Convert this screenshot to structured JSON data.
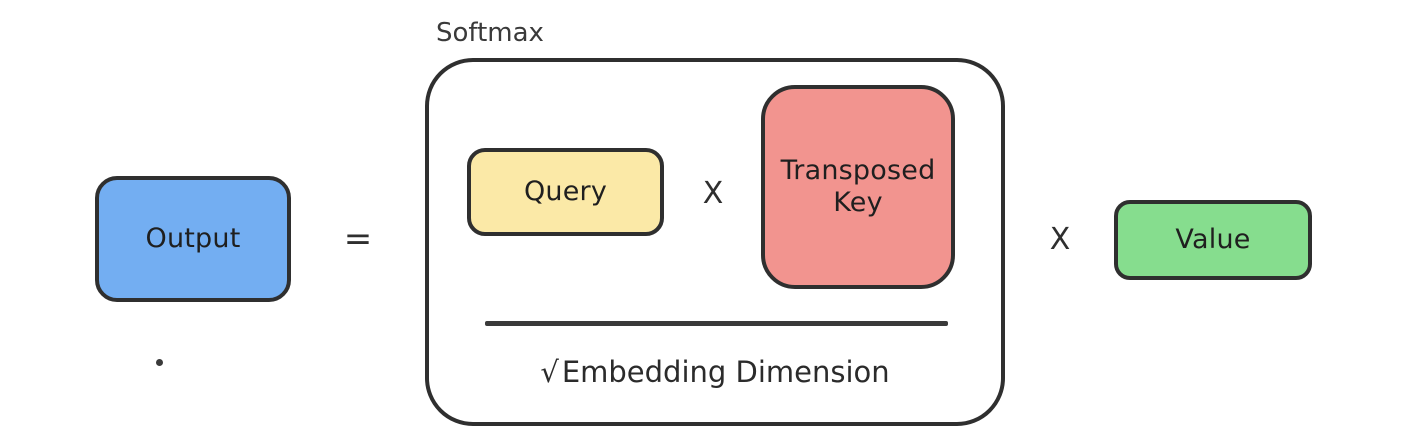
{
  "diagram": {
    "title": "Scaled Dot-Product Attention formula",
    "type": "formula-diagram",
    "background": "#ffffff",
    "stroke_color": "#2f2f2f"
  },
  "softmax": {
    "label": "Softmax",
    "frame_stroke": "#2f2f2f"
  },
  "boxes": {
    "output": {
      "label": "Output",
      "color": "#73aef2"
    },
    "query": {
      "label": "Query",
      "color": "#fbe9a7"
    },
    "key": {
      "label": "Transposed Key",
      "line1": "Transposed",
      "line2": "Key",
      "color": "#f2948f"
    },
    "value": {
      "label": "Value",
      "color": "#86dd8e"
    }
  },
  "operators": {
    "equals": "=",
    "times_query_key": "X",
    "times_value": "X"
  },
  "fraction": {
    "denominator_radical": "√",
    "denominator_text": "Embedding Dimension"
  },
  "annotations": {
    "stray_dot": "."
  }
}
